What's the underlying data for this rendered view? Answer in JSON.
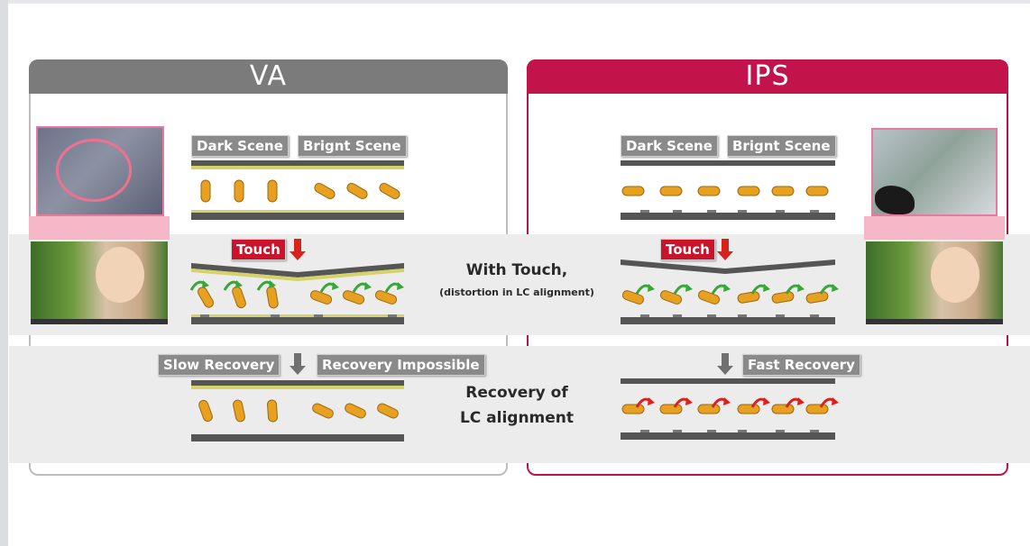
{
  "panels": {
    "va": {
      "title": "VA",
      "color": "#7b7b7b"
    },
    "ips": {
      "title": "IPS",
      "color": "#c2134b"
    }
  },
  "scene_labels": {
    "dark": "Dark Scene",
    "bright": "Brignt Scene"
  },
  "touch_label": "Touch",
  "with_touch": {
    "title": "With Touch,",
    "subtitle": "(distortion in LC alignment)"
  },
  "recovery_caption": {
    "line1": "Recovery of",
    "line2": "LC alignment"
  },
  "va_recovery": {
    "slow": "Slow Recovery",
    "impossible": "Recovery Impossible"
  },
  "ips_recovery": {
    "fast": "Fast Recovery"
  },
  "colors": {
    "lc_rod": "#e8a020",
    "substrate": "#555555",
    "electrode": "#d6d26a",
    "arrow_green": "#3aa53a",
    "arrow_red": "#d9221c"
  }
}
